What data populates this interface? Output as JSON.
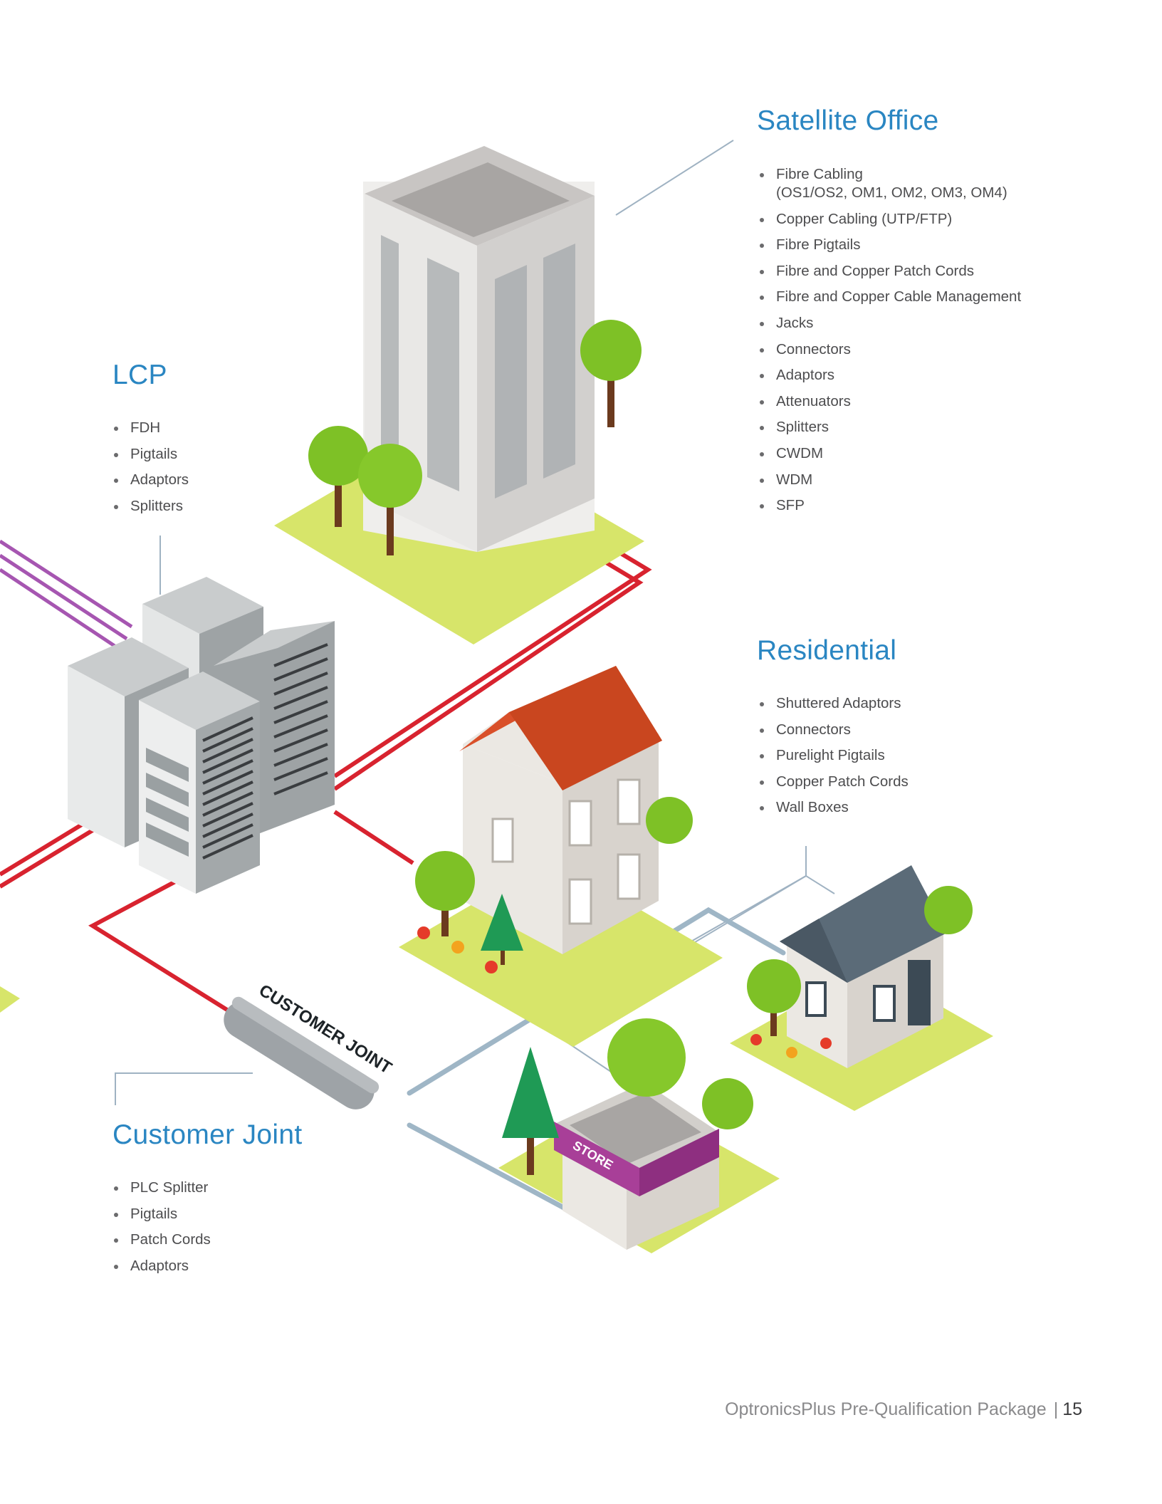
{
  "illustration_labels": {
    "customer_joint_tube": "CUSTOMER JOINT",
    "store_sign": "STORE"
  },
  "sections": {
    "satellite_office": {
      "title": "Satellite Office",
      "items": [
        {
          "text": "Fibre Cabling",
          "sub": "(OS1/OS2, OM1, OM2, OM3, OM4)"
        },
        {
          "text": "Copper Cabling (UTP/FTP)"
        },
        {
          "text": "Fibre Pigtails"
        },
        {
          "text": "Fibre and Copper Patch Cords"
        },
        {
          "text": "Fibre and Copper Cable Management"
        },
        {
          "text": "Jacks"
        },
        {
          "text": "Connectors"
        },
        {
          "text": "Adaptors"
        },
        {
          "text": "Attenuators"
        },
        {
          "text": "Splitters"
        },
        {
          "text": "CWDM"
        },
        {
          "text": "WDM"
        },
        {
          "text": "SFP"
        }
      ]
    },
    "lcp": {
      "title": "LCP",
      "items": [
        {
          "text": "FDH"
        },
        {
          "text": "Pigtails"
        },
        {
          "text": "Adaptors"
        },
        {
          "text": "Splitters"
        }
      ]
    },
    "residential": {
      "title": "Residential",
      "items": [
        {
          "text": "Shuttered Adaptors"
        },
        {
          "text": "Connectors"
        },
        {
          "text": "Purelight Pigtails"
        },
        {
          "text": "Copper Patch Cords"
        },
        {
          "text": "Wall Boxes"
        }
      ]
    },
    "customer_joint": {
      "title": "Customer Joint",
      "items": [
        {
          "text": "PLC Splitter"
        },
        {
          "text": "Pigtails"
        },
        {
          "text": "Patch Cords"
        },
        {
          "text": "Adaptors"
        }
      ]
    }
  },
  "footer": {
    "doc_title": "OptronicsPlus Pre-Qualification Package",
    "separator": "|",
    "page_number": "15"
  },
  "colors": {
    "heading": "#2a86c2",
    "copper_cable": "#d8232f",
    "fibre_cable_purple": "#a656b1",
    "drop_cable_blue": "#9fb6c6",
    "grass": "#d7e56a",
    "tree": "#7ec126",
    "roof_red": "#d9502a",
    "roof_slate": "#5b6b78",
    "store_band": "#a83f98"
  }
}
